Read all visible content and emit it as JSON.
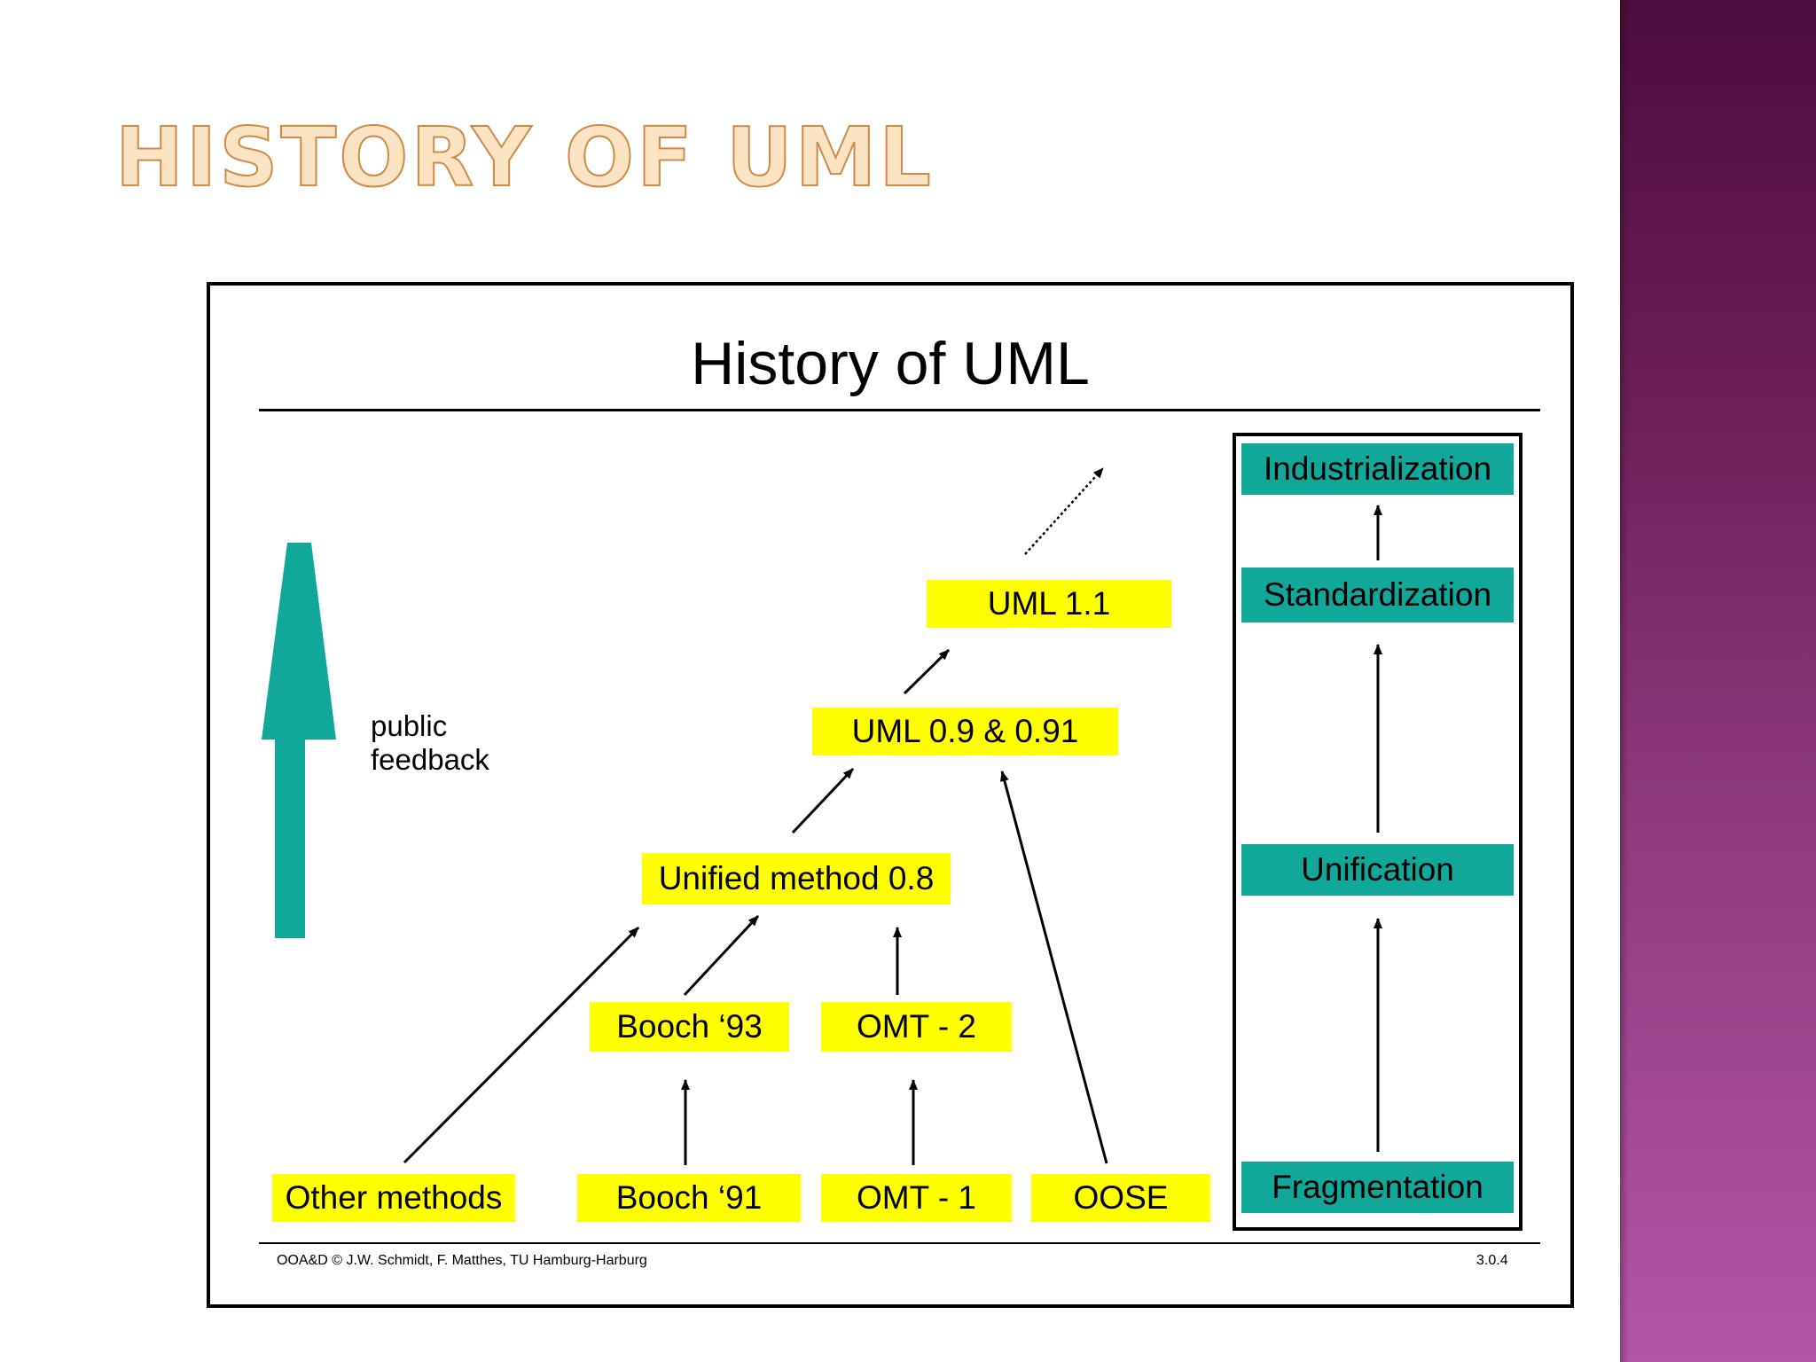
{
  "slide": {
    "title": "HISTORY OF UML",
    "colors": {
      "title_fill": "#fbe3c4",
      "title_outline": "#cf8b45",
      "side_band": "#8f3a7f"
    }
  },
  "figure": {
    "title": "History of UML",
    "feedback_label": [
      "public",
      "feedback"
    ],
    "nodes": {
      "other_methods": "Other methods",
      "booch_91": "Booch ‘91",
      "omt_1": "OMT - 1",
      "oose": "OOSE",
      "booch_93": "Booch ‘93",
      "omt_2": "OMT - 2",
      "unified_method": "Unified method 0.8",
      "uml_09": "UML 0.9 & 0.91",
      "uml_11": "UML 1.1"
    },
    "stages": {
      "industrialization": "Industrialization",
      "standardization": "Standardization",
      "unification": "Unification",
      "fragmentation": "Fragmentation"
    },
    "footer_left": "OOA&D  © J.W. Schmidt, F. Matthes, TU Hamburg-Harburg",
    "footer_right": "3.0.4",
    "colors": {
      "node": "#ffff00",
      "stage": "#11a89a",
      "feedback_arrow": "#11a89a"
    }
  }
}
